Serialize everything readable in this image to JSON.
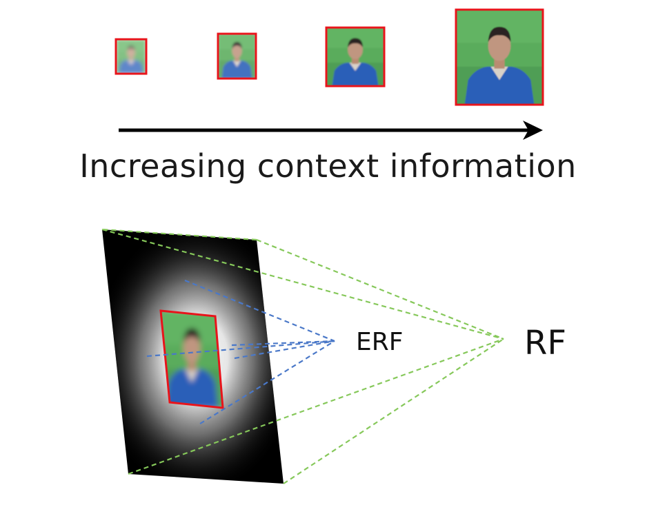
{
  "caption": "Increasing context information",
  "labels": {
    "erf": "ERF",
    "rf": "RF"
  },
  "thumbnails": [
    {
      "name": "context-thumbnail-1",
      "blur": 2.6
    },
    {
      "name": "context-thumbnail-2",
      "blur": 1.6
    },
    {
      "name": "context-thumbnail-3",
      "blur": 1.1
    },
    {
      "name": "context-thumbnail-4",
      "blur": 0.8
    }
  ],
  "colors": {
    "frame_red": "#e8141b",
    "erf_lines": "#4a78c8",
    "rf_lines": "#86c85a",
    "arrow": "#000000",
    "grass": "#56a85a",
    "shirt": "#2c5fb8"
  }
}
